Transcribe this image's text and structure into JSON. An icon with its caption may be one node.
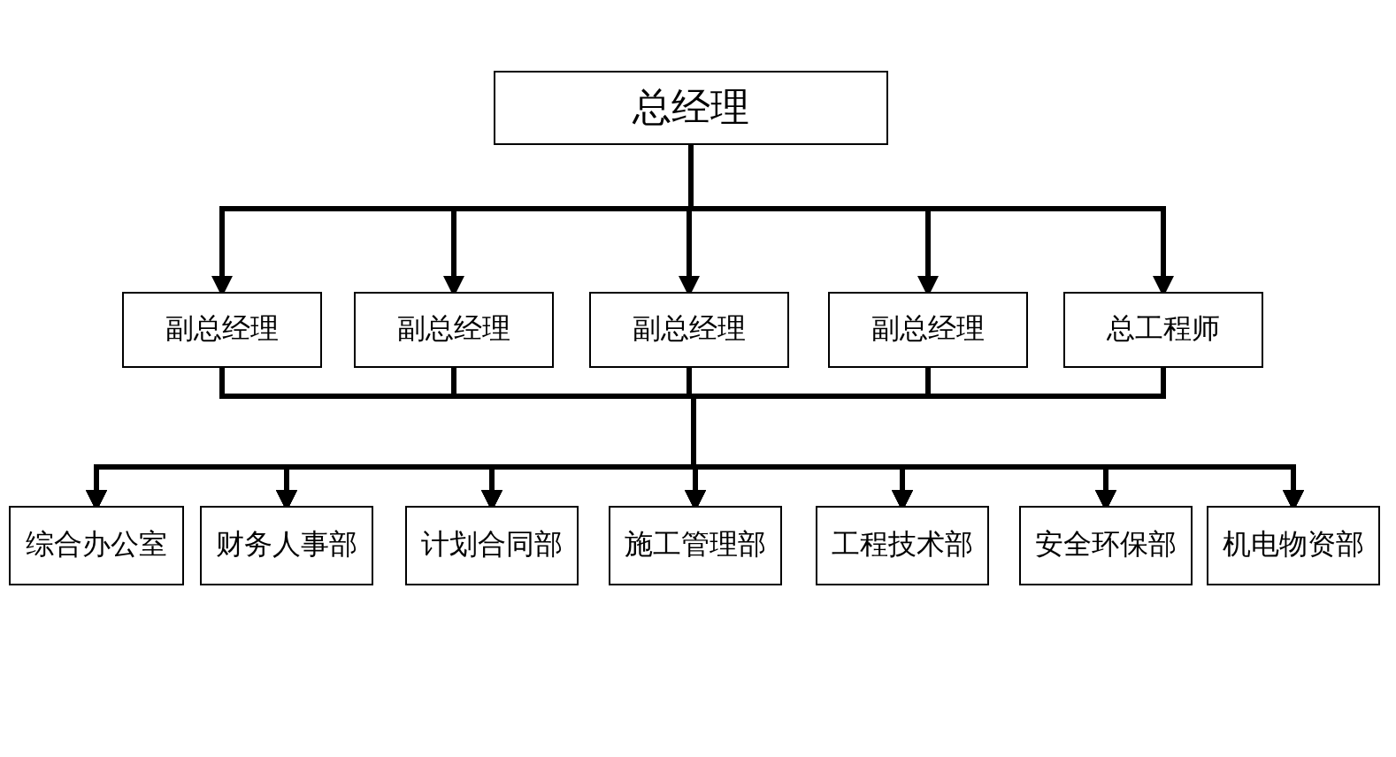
{
  "diagram": {
    "nodes": [
      {
        "text": [
          "总经理"
        ]
      },
      {
        "text": [
          "副总经理"
        ]
      },
      {
        "text": [
          "副总经理"
        ]
      },
      {
        "text": [
          "副总经理"
        ]
      },
      {
        "text": [
          "副总经理"
        ]
      },
      {
        "text": [
          "总工程师"
        ]
      },
      {
        "text": [
          "综合办公室"
        ]
      },
      {
        "text": [
          "财务人事部"
        ]
      },
      {
        "text": [
          "计划合同部"
        ]
      },
      {
        "text": [
          "施工管理部"
        ]
      },
      {
        "text": [
          "工程技术部"
        ]
      },
      {
        "text": [
          "安全环保部"
        ]
      },
      {
        "text": [
          "机电物资部"
        ]
      }
    ],
    "edges": [
      {
        "from": 0,
        "to": 1,
        "arrow": "to"
      },
      {
        "from": 0,
        "to": 2,
        "arrow": "to"
      },
      {
        "from": 0,
        "to": 3,
        "arrow": "to"
      },
      {
        "from": 0,
        "to": 4,
        "arrow": "to"
      },
      {
        "from": 0,
        "to": 5,
        "arrow": "to"
      },
      {
        "from": 1,
        "to": 6,
        "arrow": "to"
      },
      {
        "from": 1,
        "to": 7,
        "arrow": "to"
      },
      {
        "from": 1,
        "to": 8,
        "arrow": "to"
      },
      {
        "from": 1,
        "to": 9,
        "arrow": "to"
      },
      {
        "from": 1,
        "to": 10,
        "arrow": "to"
      },
      {
        "from": 1,
        "to": 11,
        "arrow": "to"
      },
      {
        "from": 1,
        "to": 12,
        "arrow": "to"
      },
      {
        "from": 2,
        "to": 6,
        "arrow": "to"
      },
      {
        "from": 2,
        "to": 7,
        "arrow": "to"
      },
      {
        "from": 2,
        "to": 8,
        "arrow": "to"
      },
      {
        "from": 2,
        "to": 9,
        "arrow": "to"
      },
      {
        "from": 2,
        "to": 10,
        "arrow": "to"
      },
      {
        "from": 2,
        "to": 11,
        "arrow": "to"
      },
      {
        "from": 2,
        "to": 12,
        "arrow": "to"
      },
      {
        "from": 3,
        "to": 6,
        "arrow": "to"
      },
      {
        "from": 3,
        "to": 7,
        "arrow": "to"
      },
      {
        "from": 3,
        "to": 8,
        "arrow": "to"
      },
      {
        "from": 3,
        "to": 9,
        "arrow": "to"
      },
      {
        "from": 3,
        "to": 10,
        "arrow": "to"
      },
      {
        "from": 3,
        "to": 11,
        "arrow": "to"
      },
      {
        "from": 3,
        "to": 12,
        "arrow": "to"
      },
      {
        "from": 4,
        "to": 6,
        "arrow": "to"
      },
      {
        "from": 4,
        "to": 7,
        "arrow": "to"
      },
      {
        "from": 4,
        "to": 8,
        "arrow": "to"
      },
      {
        "from": 4,
        "to": 9,
        "arrow": "to"
      },
      {
        "from": 4,
        "to": 10,
        "arrow": "to"
      },
      {
        "from": 4,
        "to": 11,
        "arrow": "to"
      },
      {
        "from": 4,
        "to": 12,
        "arrow": "to"
      },
      {
        "from": 5,
        "to": 6,
        "arrow": "to"
      },
      {
        "from": 5,
        "to": 7,
        "arrow": "to"
      },
      {
        "from": 5,
        "to": 8,
        "arrow": "to"
      },
      {
        "from": 5,
        "to": 9,
        "arrow": "to"
      },
      {
        "from": 5,
        "to": 10,
        "arrow": "to"
      },
      {
        "from": 5,
        "to": 11,
        "arrow": "to"
      },
      {
        "from": 5,
        "to": 12,
        "arrow": "to"
      }
    ]
  }
}
